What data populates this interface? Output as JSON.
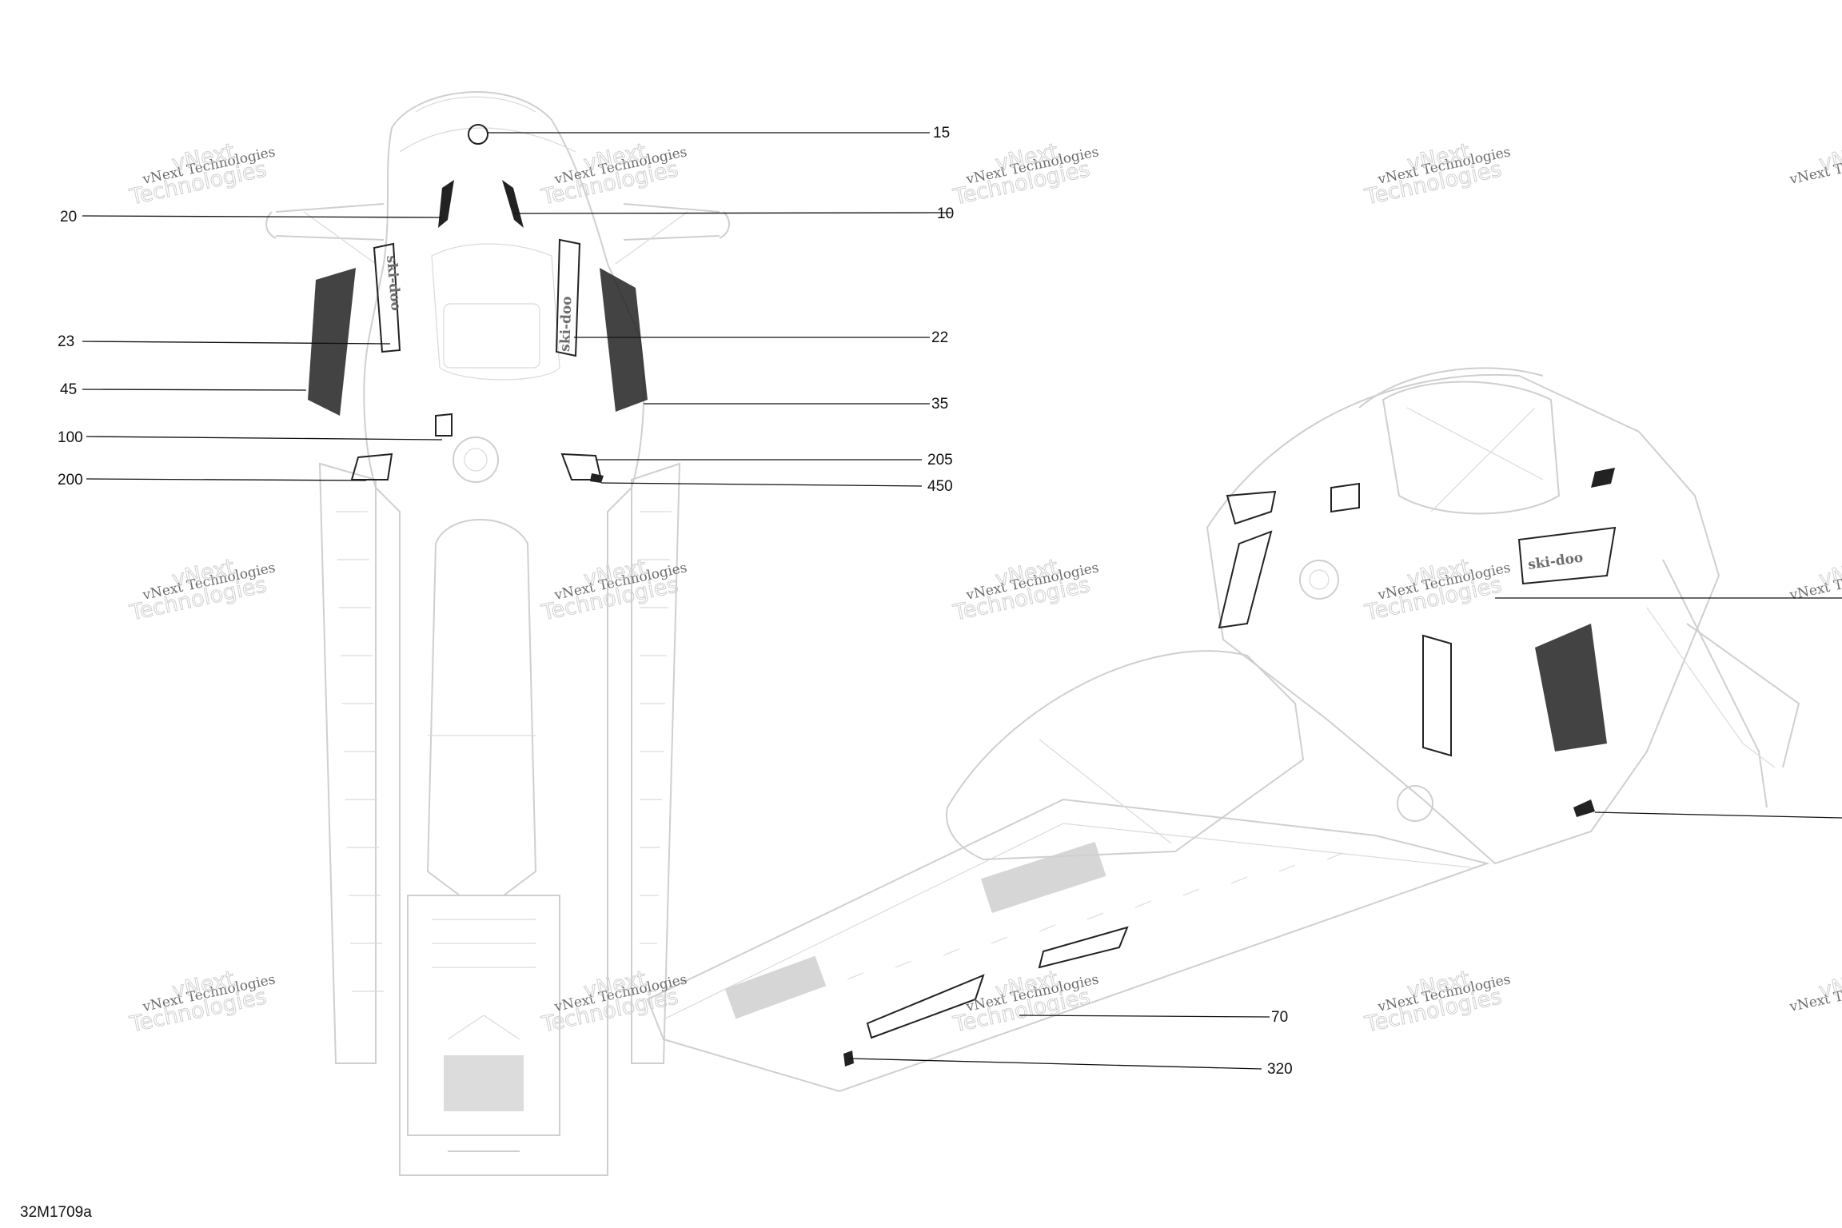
{
  "drawing_id": "32M1709a",
  "watermark": {
    "line1": "vNext Technologies",
    "line2": "vNext",
    "line3": "Technologies"
  },
  "callouts": {
    "c15": "15",
    "c20": "20",
    "c10": "10",
    "c23": "23",
    "c22": "22",
    "c45": "45",
    "c35": "35",
    "c100": "100",
    "c205": "205",
    "c200": "200",
    "c450": "450",
    "c70": "70",
    "c320": "320"
  },
  "decals": {
    "brand_text": "ski-doo"
  }
}
